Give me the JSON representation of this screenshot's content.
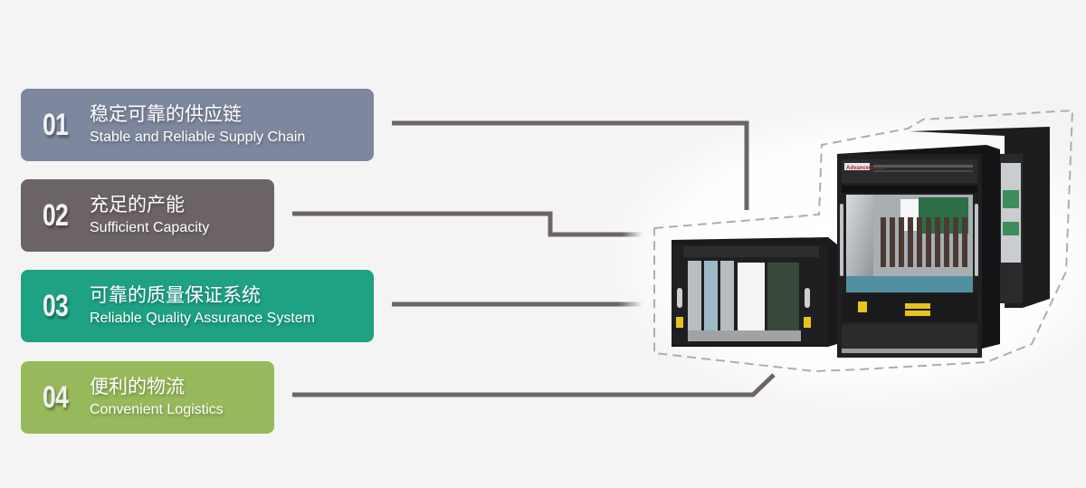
{
  "features": [
    {
      "number": "01",
      "title_zh": "稳定可靠的供应链",
      "title_en": "Stable and Reliable Supply Chain",
      "color": "#7d879d"
    },
    {
      "number": "02",
      "title_zh": "充足的产能",
      "title_en": "Sufficient Capacity",
      "color": "#6c6369"
    },
    {
      "number": "03",
      "title_zh": "可靠的质量保证系统",
      "title_en": "Reliable Quality Assurance System",
      "color": "#1fa183"
    },
    {
      "number": "04",
      "title_zh": "便利的物流",
      "title_en": "Convenient Logistics",
      "color": "#97b95b"
    }
  ],
  "colors": {
    "background": "#f4f4f4",
    "connector": "#6d6469",
    "dashed_outline": "#b5a9b1"
  },
  "product": {
    "brand_label": "AdvancedTCA"
  }
}
